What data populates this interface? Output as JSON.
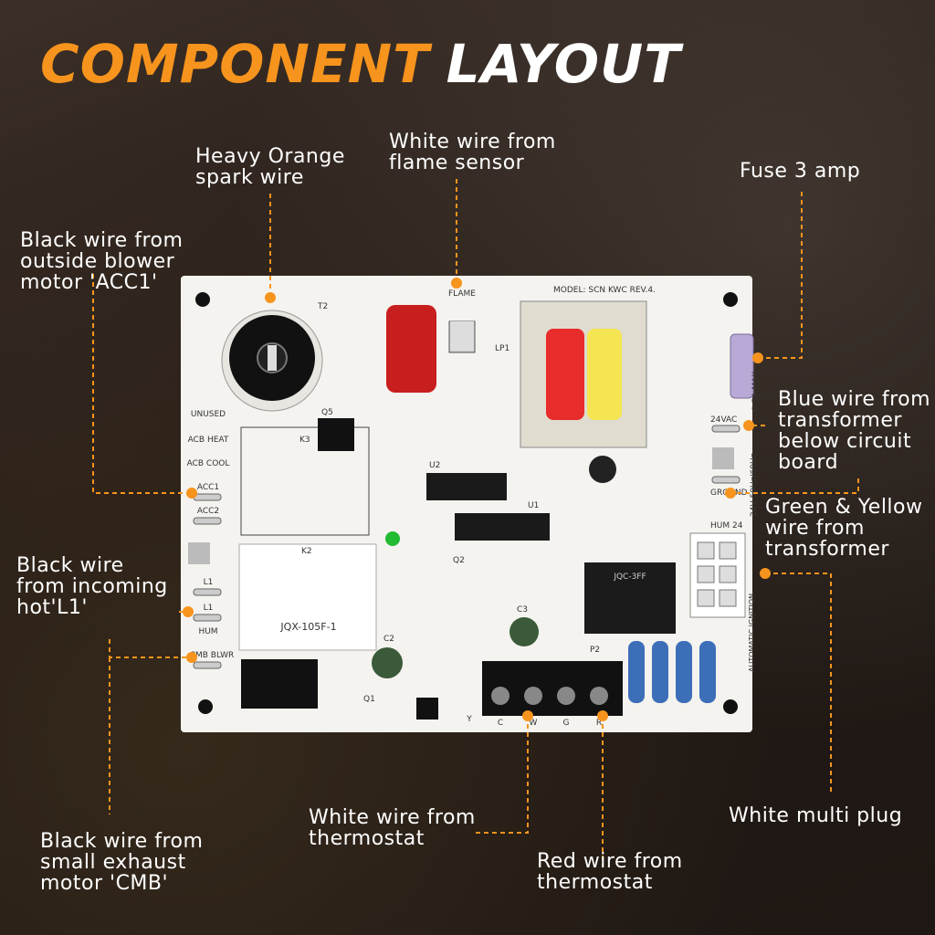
{
  "title": {
    "part1": "COMPONENT",
    "part2": "LAYOUT"
  },
  "colors": {
    "accent": "#f7941d",
    "text": "#ffffff",
    "board": "#f4f3ef"
  },
  "callouts": {
    "spark_wire": "Heavy Orange\nspark wire",
    "flame_sensor": "White wire from\nflame sensor",
    "fuse": "Fuse 3 amp",
    "acc1": "Black wire from\noutside blower\nmotor 'ACC1'",
    "blue_wire": "Blue wire from\ntransformer\nbelow circuit\nboard",
    "green_yellow": "Green & Yellow\nwire from\ntransformer",
    "l1": "Black wire\nfrom incoming\nhot'L1'",
    "white_thermo": "White wire from\nthermostat",
    "multi_plug": "White multi plug",
    "red_thermo": "Red wire from\nthermostat",
    "cmb": "Black wire from\nsmall exhaust\nmotor 'CMB'"
  },
  "board": {
    "model": "MODEL: SCN  KWC   REV.4.",
    "flame": "FLAME",
    "terminals_left": [
      "UNUSED",
      "ACB HEAT",
      "ACB COOL",
      "ACC1",
      "ACC2",
      "L1",
      "L1",
      "HUM",
      "CMB BLWR"
    ],
    "right_labels": [
      "24VAC",
      "GROUND",
      "HUM 24"
    ],
    "fuse_rating": "0.5A MAX",
    "relay_k2": "JQX-105F-1",
    "relay_small": "JQC-3FF",
    "terminal_block": [
      "Y",
      "C",
      "W",
      "G",
      "R"
    ],
    "ic_labels": [
      "U2",
      "U1",
      "Q5",
      "K3",
      "K2",
      "T2",
      "LP1",
      "Q2",
      "Q1",
      "C2",
      "C3",
      "P2"
    ],
    "vertical_note": "24V 50Hz/60Hz",
    "side_note": "AUTOMATIC IGNITION"
  }
}
